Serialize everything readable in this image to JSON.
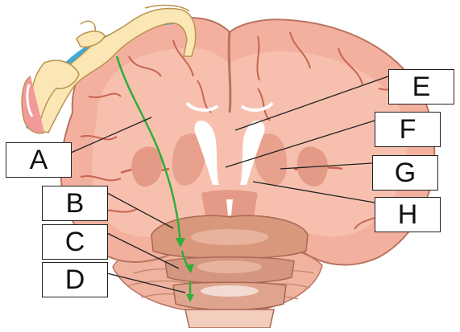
{
  "diagram": {
    "labels": {
      "A": "A",
      "B": "B",
      "C": "C",
      "D": "D",
      "E": "E",
      "F": "F",
      "G": "G",
      "H": "H"
    },
    "colors": {
      "cortex": "#f3b09f",
      "white_matter": "#f7bca9",
      "sulcus": "#c96450",
      "deep_nuclei": "#e49a86",
      "ventricle": "#ffffff",
      "brainstem": "#d9987c",
      "cerebellum": "#f0b3a0",
      "motor_homunculus": "#fbe6b6",
      "motor_strip": "#3fa9d9",
      "tract_arrow": "#2fae3a",
      "leader_line": "#222222"
    }
  }
}
